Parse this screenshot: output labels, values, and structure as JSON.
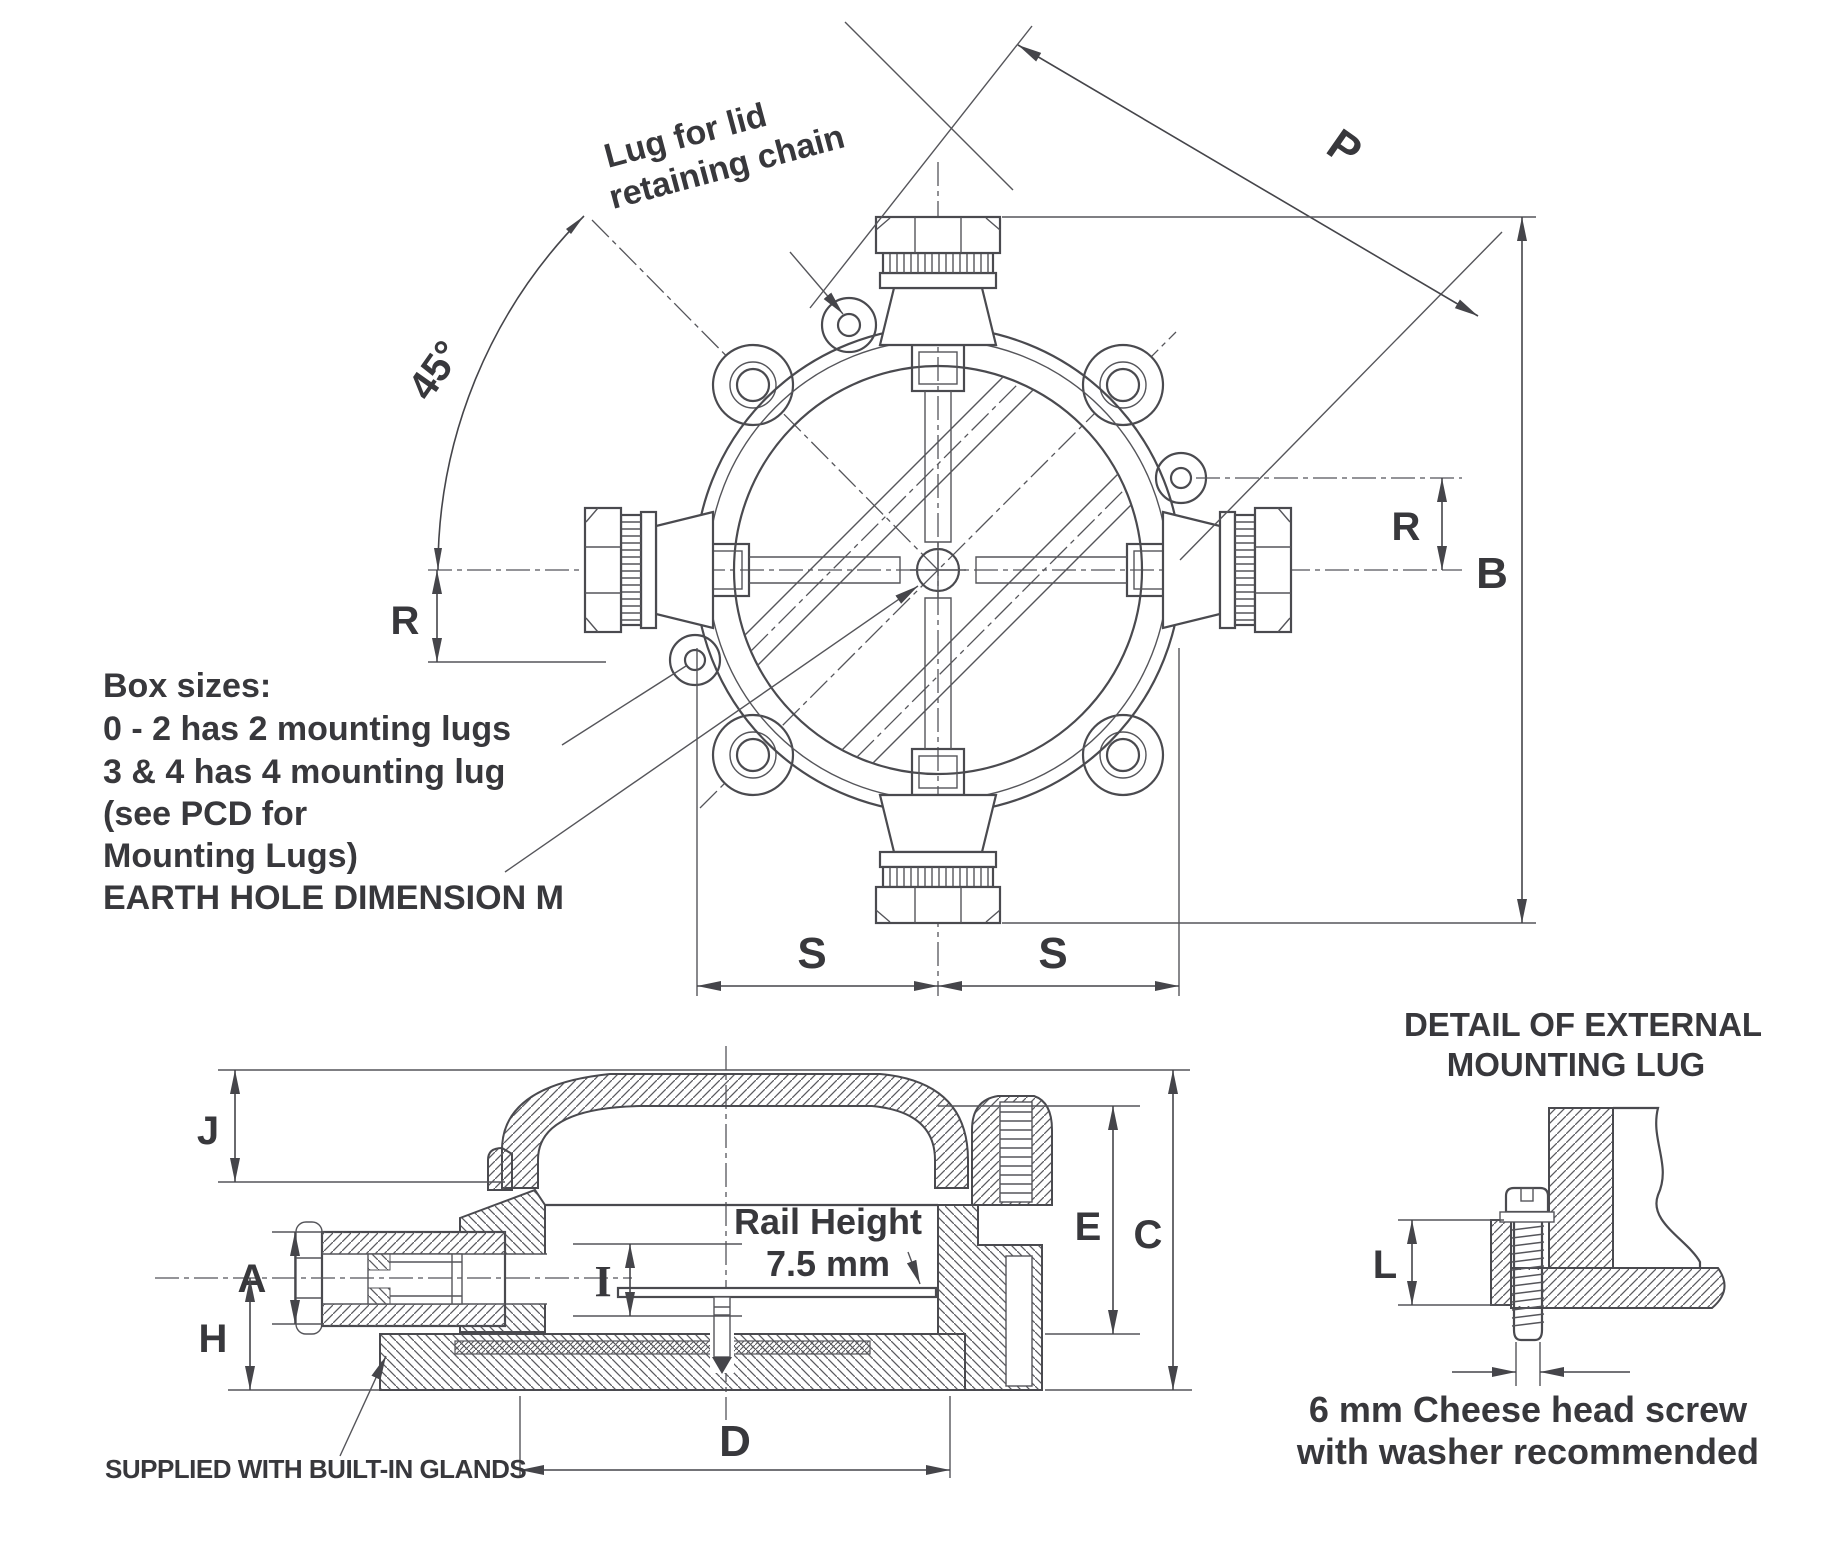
{
  "colors": {
    "line": "#4a4a4f",
    "text": "#38383c",
    "background": "#ffffff"
  },
  "top_view": {
    "chain_lug_label_line1": "Lug for lid",
    "chain_lug_label_line2": "retaining chain",
    "angle_label": "45°",
    "dim_p": "P",
    "dim_b": "B",
    "dim_r_right": "R",
    "dim_r_left": "R",
    "dim_s_left": "S",
    "dim_s_right": "S"
  },
  "notes": {
    "title": "Box sizes:",
    "line1": "0 - 2 has 2 mounting lugs",
    "line2": "3 & 4 has 4 mounting lug",
    "line3": "(see PCD for",
    "line4": "Mounting Lugs)",
    "earth_hole_note": "EARTH HOLE DIMENSION M"
  },
  "side_view": {
    "dim_j": "J",
    "dim_a": "A",
    "dim_h": "H",
    "dim_i": "I",
    "dim_e": "E",
    "dim_c": "C",
    "dim_d": "D",
    "rail_height_line1": "Rail Height",
    "rail_height_line2": "7.5 mm",
    "glands_note": "SUPPLIED WITH BUILT-IN GLANDS"
  },
  "detail_view": {
    "title_line1": "DETAIL OF EXTERNAL",
    "title_line2": "MOUNTING LUG",
    "dim_l": "L",
    "caption_line1": "6 mm Cheese head screw",
    "caption_line2": "with washer recommended"
  }
}
